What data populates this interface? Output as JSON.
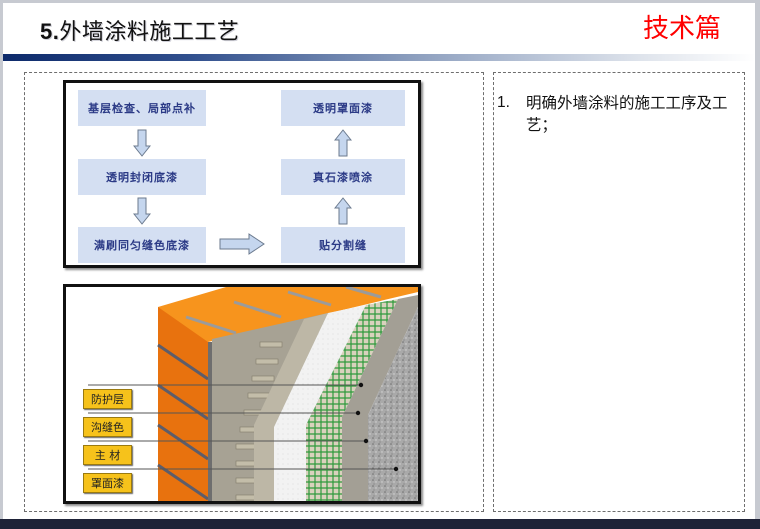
{
  "header": {
    "title_number": "5.",
    "title_text": "外墙涂料施工工艺",
    "section_tag": "技术篇",
    "section_tag_color": "#ff0000",
    "title_bar_gradient": [
      "#0d2a6b",
      "#ffffff"
    ]
  },
  "flowchart": {
    "left_column": [
      {
        "label": "基层检查、局部点补"
      },
      {
        "label": "透明封闭底漆"
      },
      {
        "label": "满刷同匀缝色底漆"
      }
    ],
    "right_column": [
      {
        "label": "透明罩面漆"
      },
      {
        "label": "真石漆喷涂"
      },
      {
        "label": "贴分割缝"
      }
    ],
    "box_color": "#d4dff2",
    "text_color": "#2b3a86",
    "arrow_color": "#c5d6ee"
  },
  "wall_diagram": {
    "labels": [
      {
        "label": "防护层"
      },
      {
        "label": "沟缝色"
      },
      {
        "label": "主 材"
      },
      {
        "label": "罩面漆"
      }
    ],
    "colors": {
      "brick": "#e8720e",
      "brick_top": "#f7941d",
      "render": "#a7a294",
      "insulation": "#f4f4f4",
      "mesh_layer": "#d9d2bd",
      "mesh": "#2e9a3c",
      "stone": "#a8a8a8",
      "label_bg": "#f6c21b"
    }
  },
  "notes": {
    "items": [
      {
        "number": "1.",
        "text": "明确外墙涂料的施工工序及工艺；"
      }
    ]
  }
}
